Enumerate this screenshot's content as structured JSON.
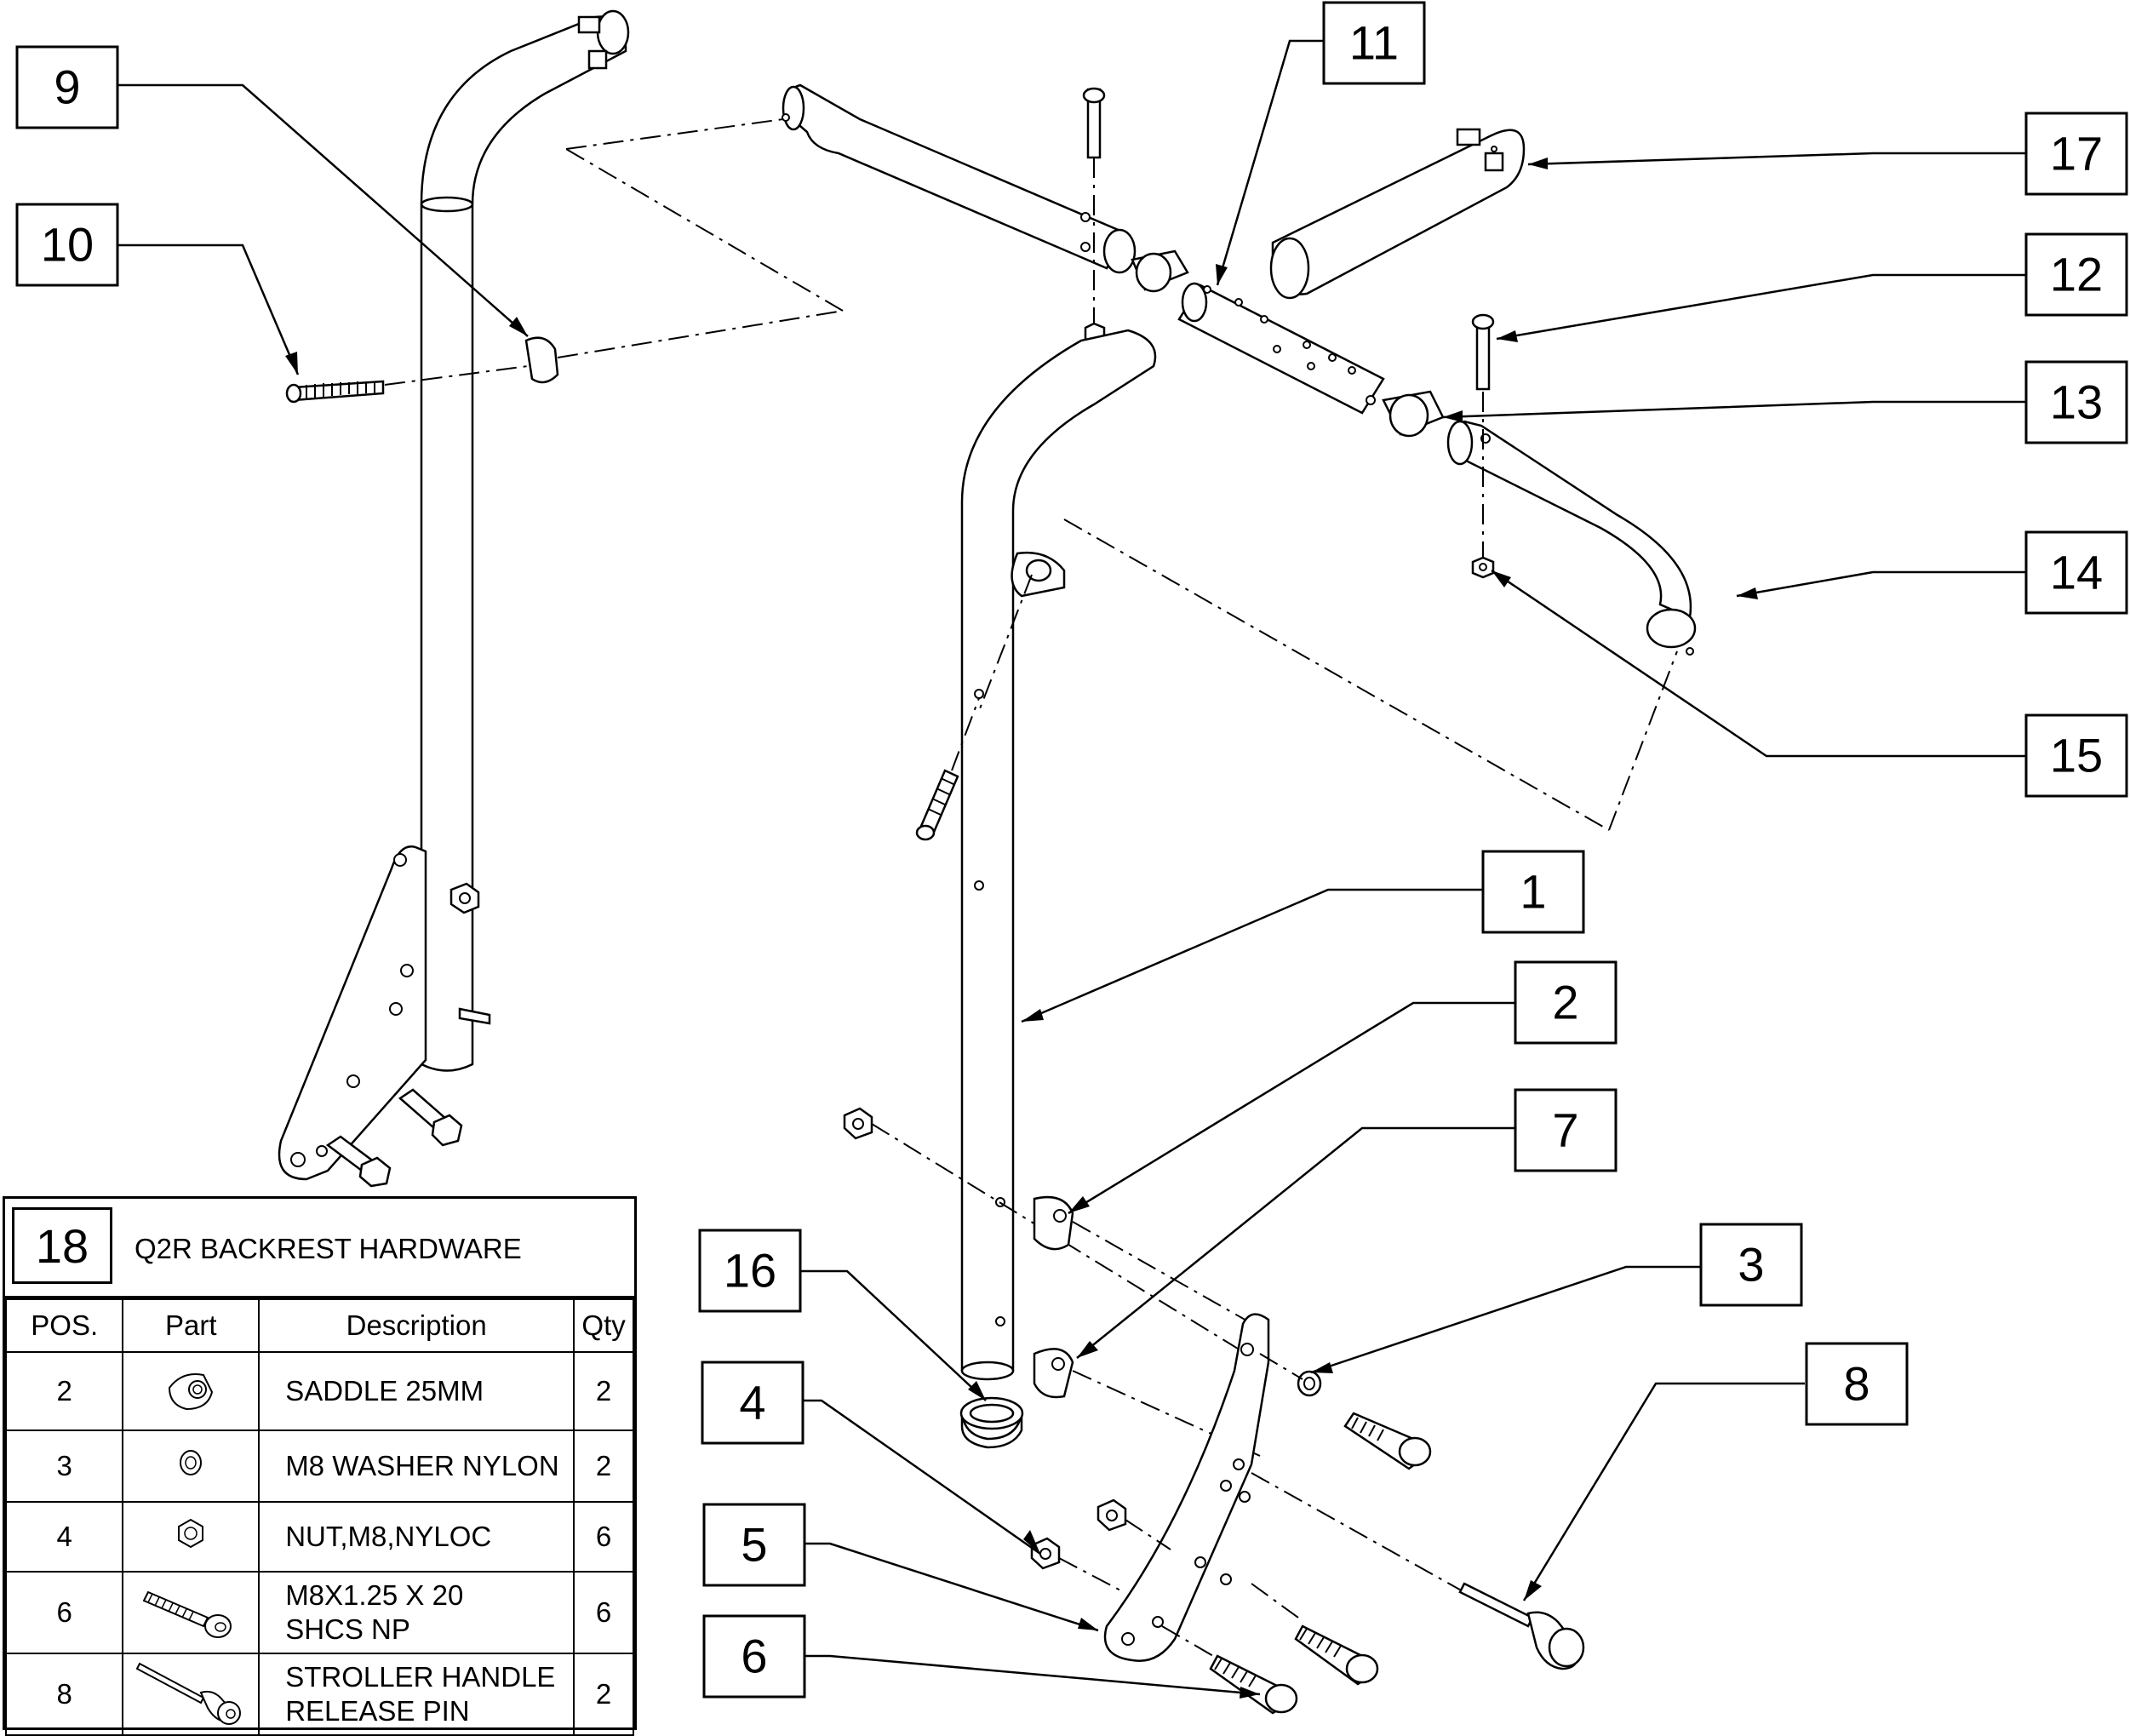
{
  "callouts": [
    {
      "id": "1",
      "label": "1"
    },
    {
      "id": "2",
      "label": "2"
    },
    {
      "id": "3",
      "label": "3"
    },
    {
      "id": "4",
      "label": "4"
    },
    {
      "id": "5",
      "label": "5"
    },
    {
      "id": "6",
      "label": "6"
    },
    {
      "id": "7",
      "label": "7"
    },
    {
      "id": "8",
      "label": "8"
    },
    {
      "id": "9",
      "label": "9"
    },
    {
      "id": "10",
      "label": "10"
    },
    {
      "id": "11",
      "label": "11"
    },
    {
      "id": "12",
      "label": "12"
    },
    {
      "id": "13",
      "label": "13"
    },
    {
      "id": "14",
      "label": "14"
    },
    {
      "id": "15",
      "label": "15"
    },
    {
      "id": "16",
      "label": "16"
    },
    {
      "id": "17",
      "label": "17"
    }
  ],
  "table": {
    "kit_number": "18",
    "kit_title": "Q2R BACKREST HARDWARE",
    "headers": {
      "pos": "POS.",
      "part": "Part",
      "description": "Description",
      "qty": "Qty"
    },
    "rows": [
      {
        "pos": "2",
        "icon": "saddle-icon",
        "description_line1": "SADDLE 25MM",
        "description_line2": "",
        "qty": "2"
      },
      {
        "pos": "3",
        "icon": "washer-icon",
        "description_line1": "M8 WASHER NYLON",
        "description_line2": "",
        "qty": "2"
      },
      {
        "pos": "4",
        "icon": "nut-icon",
        "description_line1": "NUT,M8,NYLOC",
        "description_line2": "",
        "qty": "6"
      },
      {
        "pos": "6",
        "icon": "screw-icon",
        "description_line1": "M8X1.25 X 20",
        "description_line2": "SHCS NP",
        "qty": "6"
      },
      {
        "pos": "8",
        "icon": "release-pin-icon",
        "description_line1": "STROLLER HANDLE",
        "description_line2": "RELEASE PIN",
        "qty": "2"
      }
    ]
  }
}
